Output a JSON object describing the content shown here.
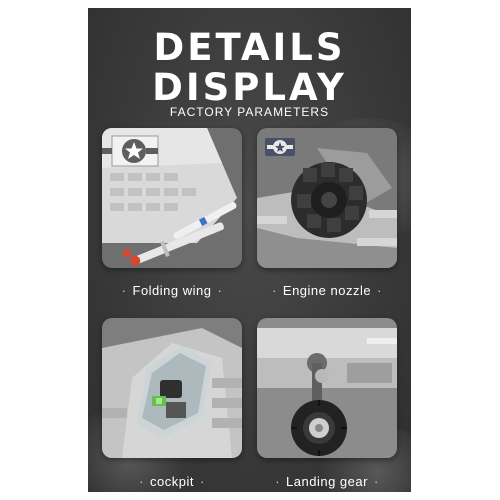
{
  "header": {
    "title_line1": "DETAILS",
    "title_line2": "DISPLAY",
    "subtitle": "FACTORY PARAMETERS"
  },
  "cards": [
    {
      "caption": "Folding wing",
      "image": "folding-wing-photo"
    },
    {
      "caption": "Engine nozzle",
      "image": "engine-nozzle-photo"
    },
    {
      "caption": "cockpit",
      "image": "cockpit-photo"
    },
    {
      "caption": "Landing gear",
      "image": "landing-gear-photo"
    }
  ],
  "bullet": "·",
  "colors": {
    "background": "#3a3a3a",
    "text": "#ffffff",
    "card_bg": "#8a8a8a"
  }
}
